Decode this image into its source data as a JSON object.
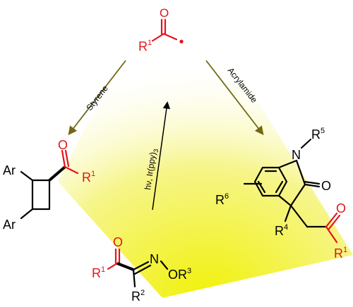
{
  "colors": {
    "accent_red": "#e4141b",
    "olive_arrow": "#6f6a12",
    "gradient_yellow": "#f1f10a",
    "background": "#ffffff"
  },
  "labels": {
    "acyl_radical": {
      "r": "R",
      "sup": "1",
      "o": "O"
    },
    "arrow_left": "Styrene",
    "arrow_right": "Acrylamide",
    "arrow_center": "hν, Ir(ppy)",
    "arrow_center_sub": "3",
    "cyclobutane": {
      "ar_top": "Ar",
      "ar_bottom": "Ar",
      "o": "O",
      "r": "R",
      "sup": "1"
    },
    "oxindole": {
      "n": "N",
      "r5": "R",
      "r5_sup": "5",
      "o_ring": "O",
      "r6": "R",
      "r6_sup": "6",
      "r4": "R",
      "r4_sup": "4",
      "o_side": "O",
      "r1": "R",
      "r1_sup": "1"
    },
    "oxime_ester": {
      "o": "O",
      "n": "N",
      "r1": "R",
      "r1_sup": "1",
      "or3": "OR",
      "or3_sup": "3",
      "r2": "R",
      "r2_sup": "2"
    }
  }
}
